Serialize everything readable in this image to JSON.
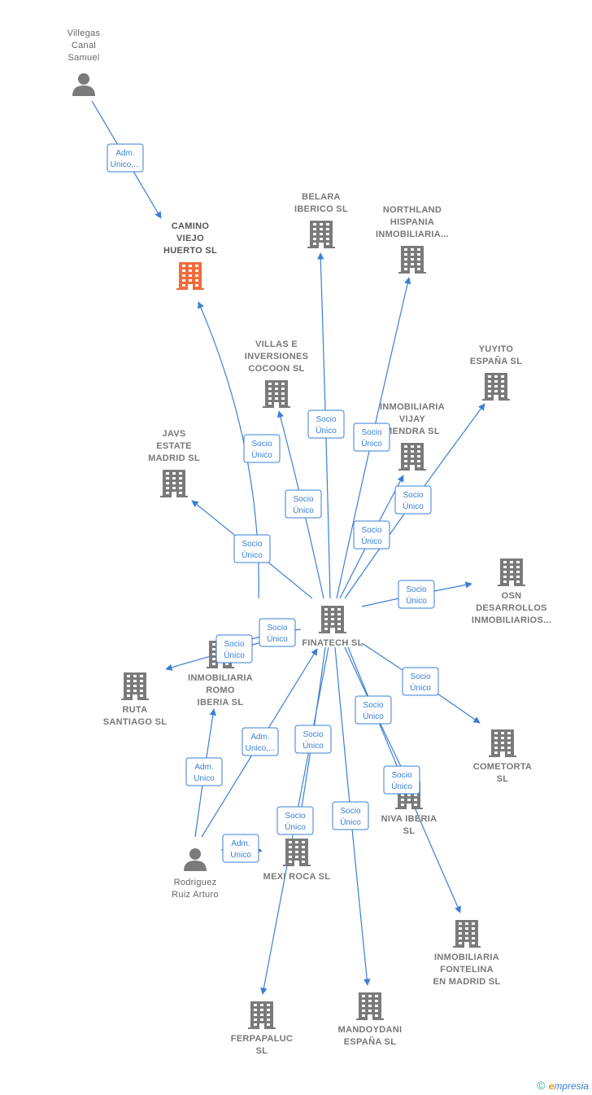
{
  "colors": {
    "edge": "#3a7fd5",
    "building": "#7a7a7a",
    "focus_building": "#f26b3a",
    "person": "#7a7a7a"
  },
  "nodes": [
    {
      "id": "villegas",
      "kind": "person",
      "label": [
        "Villegas",
        "Canal",
        "Samuel"
      ]
    },
    {
      "id": "camino",
      "kind": "company",
      "focus": true,
      "label": [
        "CAMINO",
        "VIEJO",
        "HUERTO  SL"
      ]
    },
    {
      "id": "belara",
      "kind": "company",
      "label": [
        "BELARA",
        "IBERICO  SL"
      ]
    },
    {
      "id": "northland",
      "kind": "company",
      "label": [
        "NORTHLAND",
        "HISPANIA",
        "INMOBILIARIA..."
      ]
    },
    {
      "id": "villas",
      "kind": "company",
      "label": [
        "VILLAS E",
        "INVERSIONES",
        "COCOON  SL"
      ]
    },
    {
      "id": "yuyito",
      "kind": "company",
      "label": [
        "YUYITO",
        "ESPAÑA  SL"
      ]
    },
    {
      "id": "vijay",
      "kind": "company",
      "label": [
        "INMOBILIARIA",
        "VIJAY",
        "MENDRA  SL"
      ]
    },
    {
      "id": "javs",
      "kind": "company",
      "label": [
        "JAVS",
        "ESTATE",
        "MADRID  SL"
      ]
    },
    {
      "id": "osn",
      "kind": "company",
      "label": [
        "OSN",
        "DESARROLLOS",
        "INMOBILIARIOS..."
      ]
    },
    {
      "id": "finatech",
      "kind": "company",
      "label": [
        "FINATECH SL"
      ]
    },
    {
      "id": "ruta",
      "kind": "company",
      "label": [
        "RUTA",
        "SANTIAGO  SL"
      ]
    },
    {
      "id": "romo",
      "kind": "company",
      "label": [
        "INMOBILIARIA",
        "ROMO",
        "IBERIA  SL"
      ]
    },
    {
      "id": "cometorta",
      "kind": "company",
      "label": [
        "COMETORTA",
        "SL"
      ]
    },
    {
      "id": "niva",
      "kind": "company",
      "label": [
        "NIVA IBERIA",
        "SL"
      ]
    },
    {
      "id": "rodriguez",
      "kind": "person",
      "label": [
        "Rodriguez",
        "Ruiz Arturo"
      ]
    },
    {
      "id": "mexiroca",
      "kind": "company",
      "label": [
        "MEXI ROCA  SL"
      ]
    },
    {
      "id": "fontelina",
      "kind": "company",
      "label": [
        "INMOBILIARIA",
        "FONTELINA",
        "EN MADRID  SL"
      ]
    },
    {
      "id": "ferpapaluc",
      "kind": "company",
      "label": [
        "FERPAPALUC",
        "SL"
      ]
    },
    {
      "id": "mandoydani",
      "kind": "company",
      "label": [
        "MANDOYDANI",
        "ESPAÑA  SL"
      ]
    }
  ],
  "edges": [
    {
      "from": "villegas",
      "to": "camino",
      "label": [
        "Adm.",
        "Unico,..."
      ]
    },
    {
      "from": "finatech",
      "to": "camino",
      "label": [
        "Socio",
        "Único"
      ]
    },
    {
      "from": "finatech",
      "to": "belara",
      "label": [
        "Socio",
        "Único"
      ]
    },
    {
      "from": "finatech",
      "to": "northland",
      "label": [
        "Socio",
        "Único"
      ]
    },
    {
      "from": "finatech",
      "to": "villas",
      "label": [
        "Socio",
        "Único"
      ]
    },
    {
      "from": "finatech",
      "to": "yuyito",
      "label": [
        "Socio",
        "Único"
      ]
    },
    {
      "from": "finatech",
      "to": "vijay",
      "label": [
        "Socio",
        "Único"
      ]
    },
    {
      "from": "finatech",
      "to": "javs",
      "label": [
        "Socio",
        "Único"
      ]
    },
    {
      "from": "finatech",
      "to": "osn",
      "label": [
        "Socio",
        "Único"
      ]
    },
    {
      "from": "finatech",
      "to": "romo",
      "label": [
        "Socio",
        "Único"
      ]
    },
    {
      "from": "finatech",
      "to": "ruta",
      "label": [
        "Socio",
        "Único"
      ]
    },
    {
      "from": "finatech",
      "to": "cometorta",
      "label": [
        "Socio",
        "Único"
      ]
    },
    {
      "from": "finatech",
      "to": "niva",
      "label": [
        "Socio",
        "Único"
      ]
    },
    {
      "from": "finatech",
      "to": "fontelina",
      "label": [
        "Socio",
        "Único"
      ]
    },
    {
      "from": "finatech",
      "to": "mexiroca",
      "label": [
        "Socio",
        "Único"
      ]
    },
    {
      "from": "finatech",
      "to": "ferpapaluc",
      "label": [
        "Socio",
        "Único"
      ]
    },
    {
      "from": "finatech",
      "to": "mandoydani",
      "label": [
        "Socio",
        "Único"
      ]
    },
    {
      "from": "rodriguez",
      "to": "romo",
      "label": [
        "Adm.",
        "Unico"
      ]
    },
    {
      "from": "rodriguez",
      "to": "finatech",
      "label": [
        "Adm.",
        "Unico,..."
      ]
    },
    {
      "from": "rodriguez",
      "to": "mexiroca",
      "label": [
        "Adm.",
        "Unico"
      ]
    }
  ],
  "brand": {
    "copyright": "©",
    "first": "e",
    "rest": "mpresia"
  }
}
